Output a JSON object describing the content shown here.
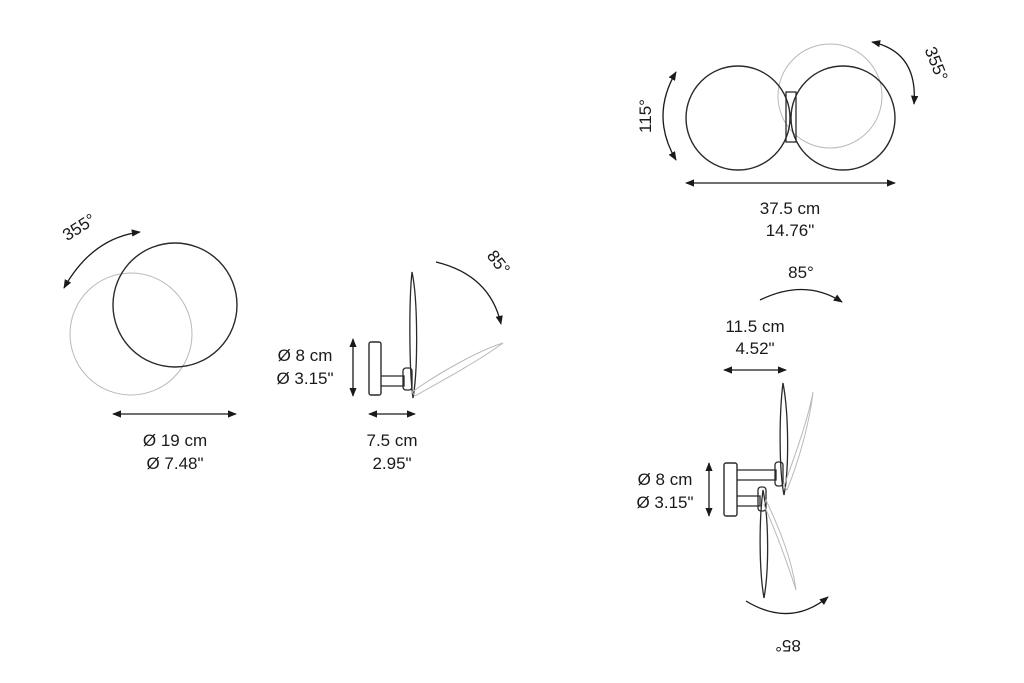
{
  "views": {
    "front_single": {
      "rotation": "355°",
      "width_cm": "Ø 19 cm",
      "width_in": "Ø 7.48\""
    },
    "side_single": {
      "tilt": "85°",
      "base_cm": "Ø 8 cm",
      "base_in": "Ø 3.15\"",
      "depth_cm": "7.5 cm",
      "depth_in": "2.95\""
    },
    "front_double": {
      "rotation": "355°",
      "tilt": "115°",
      "width_cm": "37.5 cm",
      "width_in": "14.76\""
    },
    "side_double": {
      "tilt_top": "85°",
      "depth_cm": "11.5 cm",
      "depth_in": "4.52\"",
      "base_cm": "Ø 8 cm",
      "base_in": "Ø 3.15\"",
      "tilt_bottom": "85°"
    }
  },
  "colors": {
    "ink": "#2a2a2a",
    "ghost": "#b9b9b9"
  }
}
